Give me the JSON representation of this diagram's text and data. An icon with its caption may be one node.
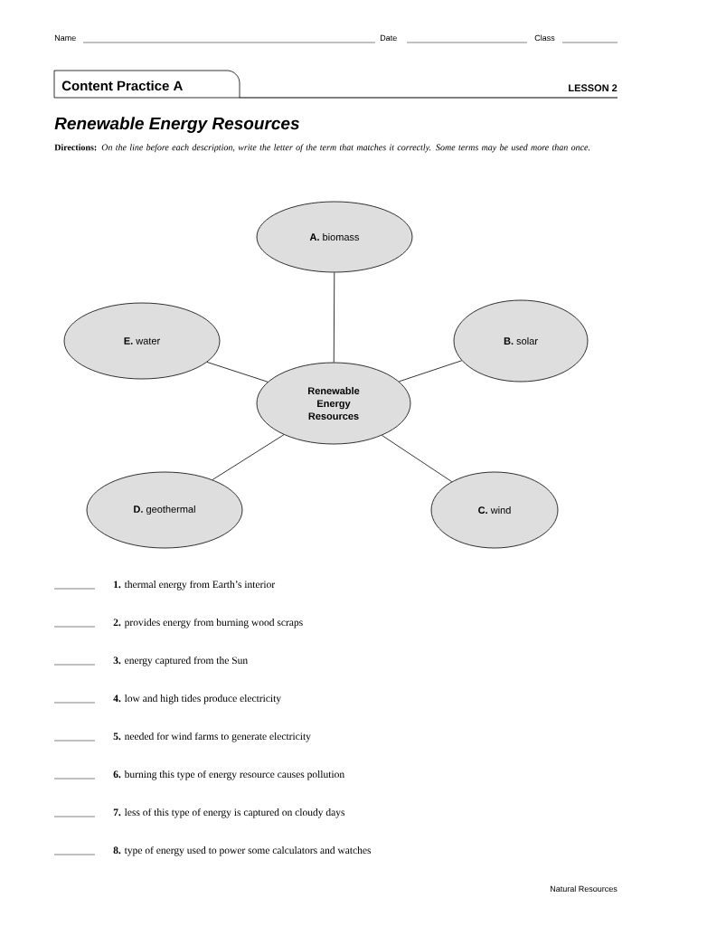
{
  "diagram": {
    "title": "Renewable Energy Resources",
    "nodes": [
      {
        "text": [
          "**A.** biomass"
        ]
      },
      {
        "text": [
          "**E.** water"
        ]
      },
      {
        "text": [
          "**B.** solar"
        ]
      },
      {
        "text": [
          "Renewable Energy Resources"
        ]
      },
      {
        "text": [
          "**D.** geothermal"
        ]
      },
      {
        "text": [
          "**C.** wind"
        ]
      }
    ],
    "edges": [
      {
        "from": 3,
        "to": 0,
        "arrow": "none"
      },
      {
        "from": 3,
        "to": 1,
        "arrow": "none"
      },
      {
        "from": 3,
        "to": 2,
        "arrow": "none"
      },
      {
        "from": 3,
        "to": 4,
        "arrow": "none"
      },
      {
        "from": 3,
        "to": 5,
        "arrow": "none"
      }
    ],
    "labels": [
      "Name",
      "Date",
      "Class",
      "Content Practice  A",
      "LESSON 2",
      "**Directions:** *On the line before each description, write the letter of the term that matches it correctly. Some terms may be used more than once.*",
      "**1.** thermal energy from Earth’s interior",
      "**2.** provides energy from burning wood scraps",
      "**3.** energy captured from the Sun",
      "**4.** low and high tides produce electricity",
      "**5.** needed for wind farms to generate electricity",
      "**6.** burning this type of energy resource causes pollution",
      "**7.** less of this type of energy is captured on cloudy days",
      "**8.** type of energy used to power some calculators and watches",
      "Natural Resources"
    ]
  }
}
